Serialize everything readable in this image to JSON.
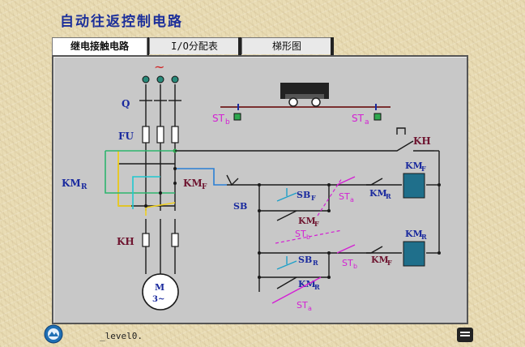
{
  "header": {
    "title": "自动往返控制电路"
  },
  "tabs": [
    {
      "label": "继电接触电路",
      "active": true
    },
    {
      "label": "I/O分配表",
      "active": false
    },
    {
      "label": "梯形图",
      "active": false
    }
  ],
  "footer": {
    "text": "_level0."
  },
  "colors": {
    "wire": "#1a1a1a",
    "label_blue": "#1a2a9e",
    "label_maroon": "#6e1530",
    "label_magenta": "#d41fd4",
    "contactor_coil": "#1f6f8b",
    "green_node": "#2fa84f",
    "panel_bg": "#c8c8c8"
  },
  "diagram": {
    "ac_symbol": "~",
    "main_circuit": {
      "breaker": "Q",
      "fuse": "FU",
      "contactor_reverse": {
        "main": "KM",
        "sub": "R"
      },
      "contactor_forward": {
        "main": "KM",
        "sub": "F"
      },
      "overload": "KH",
      "motor": {
        "line1": "M",
        "line2": "3~"
      }
    },
    "travel_track": {
      "limit_left": {
        "main": "ST",
        "sub": "b"
      },
      "limit_right": {
        "main": "ST",
        "sub": "a"
      }
    },
    "control_circuit": {
      "overload_contact": "KH",
      "stop_button": "SB",
      "rung1": {
        "start_button": {
          "main": "SB",
          "sub": "F"
        },
        "hold_contact": {
          "main": "KM",
          "sub": "F"
        },
        "limit_b_contact": {
          "main": "ST",
          "sub": "b"
        },
        "limit_a_contact": {
          "main": "ST",
          "sub": "a"
        },
        "interlock": {
          "main": "KM",
          "sub": "R"
        },
        "coil": {
          "main": "KM",
          "sub": "F"
        }
      },
      "rung2": {
        "start_button": {
          "main": "SB",
          "sub": "R"
        },
        "hold_contact": {
          "main": "KM",
          "sub": "R"
        },
        "limit_a_contact": {
          "main": "ST",
          "sub": "a"
        },
        "limit_b_contact": {
          "main": "ST",
          "sub": "b"
        },
        "interlock": {
          "main": "KM",
          "sub": "F"
        },
        "coil": {
          "main": "KM",
          "sub": "R"
        }
      }
    }
  }
}
